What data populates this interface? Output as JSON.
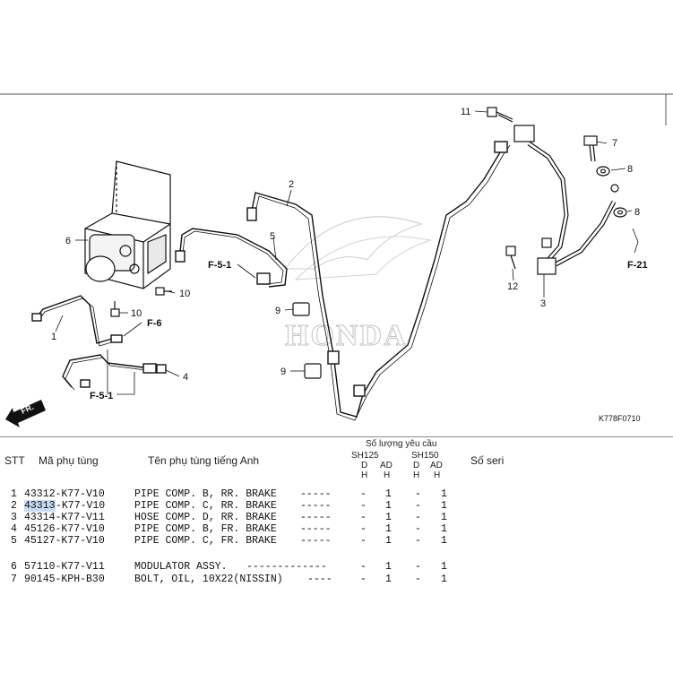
{
  "diagram": {
    "callouts": [
      "1",
      "2",
      "3",
      "4",
      "5",
      "6",
      "7",
      "8",
      "8",
      "9",
      "9",
      "10",
      "10",
      "11",
      "12"
    ],
    "refs": [
      "F-5-1",
      "F-5-1",
      "F-6",
      "F-21"
    ],
    "direction_label": "FR.",
    "figure_code": "K778F0710",
    "watermark": "HONDA"
  },
  "table": {
    "headers": {
      "stt": "STT",
      "part_no": "Mã phụ tùng",
      "name": "Tên phụ tùng tiếng Anh",
      "qty": "Số lượng yêu cầu",
      "serial": "Số seri",
      "model_a": "SH125",
      "model_b": "SH150",
      "col_d": "D",
      "col_ad": "AD",
      "col_h": "H"
    },
    "rows": [
      {
        "stt": "1",
        "code": "43312-K77-V10",
        "name": "PIPE COMP. B, RR. BRAKE",
        "dots": "-----",
        "q1": "-",
        "q2": "1",
        "q3": "-",
        "q4": "1"
      },
      {
        "stt": "2",
        "code_sel": "43313",
        "code_rest": "-K77-V10",
        "name": "PIPE COMP. C, RR. BRAKE",
        "dots": "-----",
        "q1": "-",
        "q2": "1",
        "q3": "-",
        "q4": "1"
      },
      {
        "stt": "3",
        "code": "43314-K77-V11",
        "name": "HOSE COMP. D, RR. BRAKE",
        "dots": "-----",
        "q1": "-",
        "q2": "1",
        "q3": "-",
        "q4": "1"
      },
      {
        "stt": "4",
        "code": "45126-K77-V10",
        "name": "PIPE COMP. B, FR. BRAKE",
        "dots": "-----",
        "q1": "-",
        "q2": "1",
        "q3": "-",
        "q4": "1"
      },
      {
        "stt": "5",
        "code": "45127-K77-V10",
        "name": "PIPE COMP. C, FR. BRAKE",
        "dots": "-----",
        "q1": "-",
        "q2": "1",
        "q3": "-",
        "q4": "1"
      },
      {
        "stt": "6",
        "code": "57110-K77-V11",
        "name": "MODULATOR ASSY.",
        "dots": "-------------",
        "q1": "-",
        "q2": "1",
        "q3": "-",
        "q4": "1"
      },
      {
        "stt": "7",
        "code": "90145-KPH-B30",
        "name": "BOLT, OIL, 10X22(NISSIN)",
        "dots": "----",
        "q1": "-",
        "q2": "1",
        "q3": "-",
        "q4": "1"
      }
    ]
  }
}
